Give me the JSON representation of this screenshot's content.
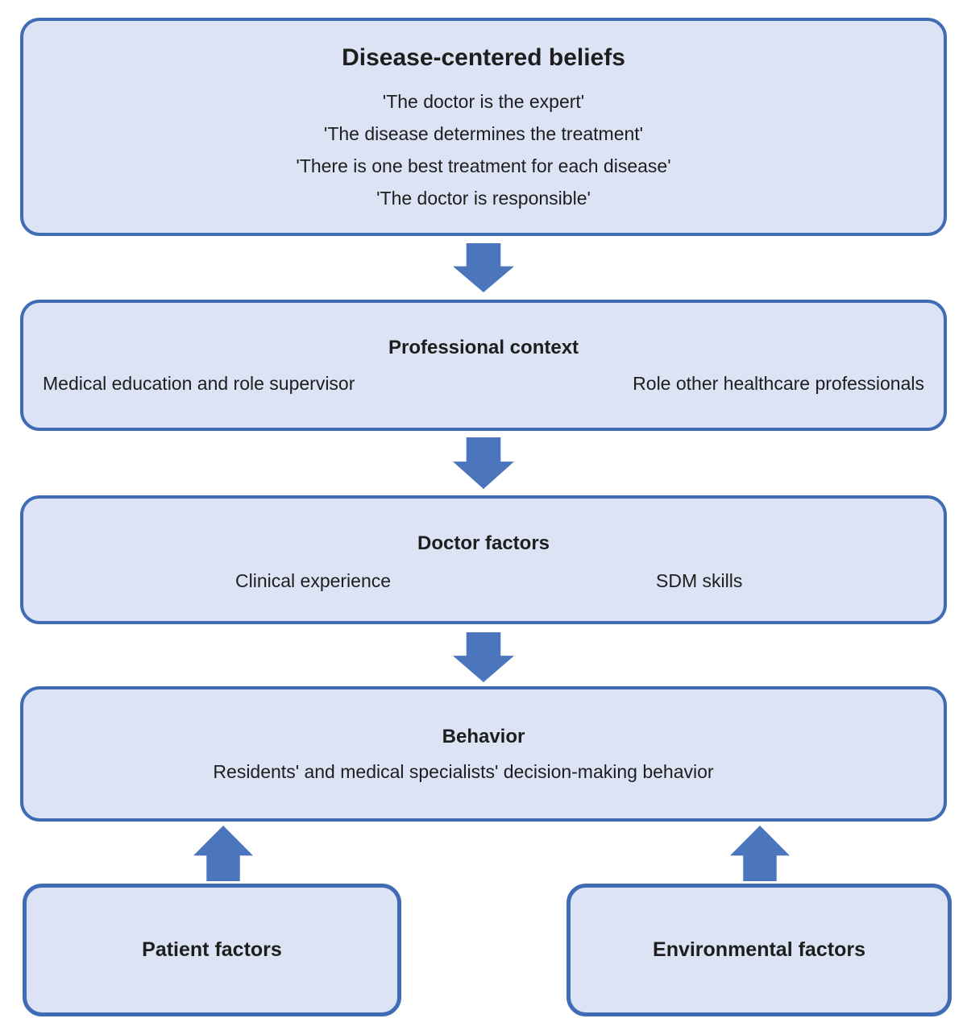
{
  "colors": {
    "box_fill": "#DBE3F4",
    "box_border": "#3F6CB5",
    "arrow_fill": "#4B76BE",
    "text": "#1E1E1E"
  },
  "icons": {
    "down_arrow": "block-arrow-down",
    "up_arrow": "block-arrow-up"
  },
  "boxes": {
    "beliefs": {
      "title": "Disease-centered beliefs",
      "items": [
        "'The doctor is the expert'",
        "'The disease determines the treatment'",
        "'There is one best treatment for each disease'",
        "'The doctor is responsible'"
      ]
    },
    "professional_context": {
      "title": "Professional context",
      "left": "Medical education and role supervisor",
      "right": "Role other healthcare professionals"
    },
    "doctor_factors": {
      "title": "Doctor factors",
      "left": "Clinical experience",
      "right": "SDM skills"
    },
    "behavior": {
      "title": "Behavior",
      "subtitle": "Residents' and medical specialists' decision-making behavior"
    },
    "patient_factors": {
      "title": "Patient factors"
    },
    "environmental_factors": {
      "title": "Environmental factors"
    }
  }
}
